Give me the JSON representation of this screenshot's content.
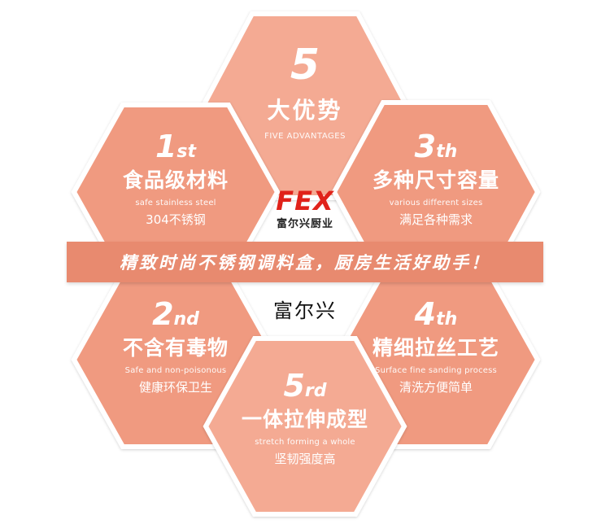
{
  "colors": {
    "hex_fill": "#f09a80",
    "hex_fill_light": "#f4aa93",
    "hex_border": "#ffffff",
    "banner_fill": "#e88a6f",
    "logo_red": "#e0221a"
  },
  "center_top": {
    "number": "5",
    "title": "大优势",
    "subtitle_en": "FIVE ADVANTAGES"
  },
  "logo": {
    "mark": "FEX",
    "subtitle": "富尔兴厨业"
  },
  "banner": {
    "text": "精致时尚不锈钢调料盒，厨房生活好助手！"
  },
  "center_brand": "富尔兴",
  "advantages": [
    {
      "num": "1",
      "suffix": "st",
      "title": "食品级材料",
      "en": "safe stainless steel",
      "cn": "304不锈钢"
    },
    {
      "num": "3",
      "suffix": "th",
      "title": "多种尺寸容量",
      "en": "various different sizes",
      "cn": "满足各种需求"
    },
    {
      "num": "2",
      "suffix": "nd",
      "title": "不含有毒物",
      "en": "Safe and non-poisonous",
      "cn": "健康环保卫生"
    },
    {
      "num": "4",
      "suffix": "th",
      "title": "精细拉丝工艺",
      "en": "Surface fine sanding process",
      "cn": "清洗方便简单"
    },
    {
      "num": "5",
      "suffix": "rd",
      "title": "一体拉伸成型",
      "en": "stretch forming a whole",
      "cn": "坚韧强度高"
    }
  ]
}
